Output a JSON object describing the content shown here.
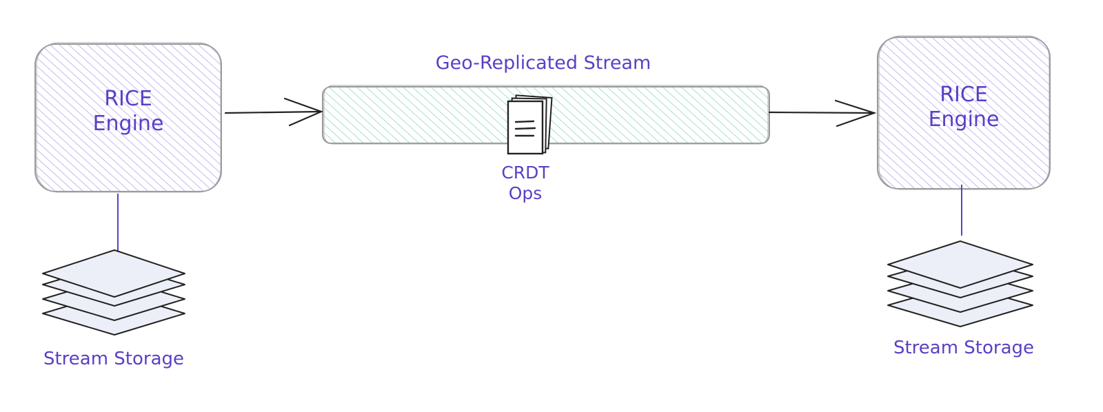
{
  "colors": {
    "text": "#5b3fc4",
    "engine_fill": "#a99bef",
    "stream_fill": "#7fd6ae",
    "stroke": "#9a9a9a",
    "connector": "#5b3fc4",
    "storage_fill": "#eceff7"
  },
  "left": {
    "engine_line1": "RICE",
    "engine_line2": "Engine",
    "storage_label": "Stream Storage"
  },
  "right": {
    "engine_line1": "RICE",
    "engine_line2": "Engine",
    "storage_label": "Stream Storage"
  },
  "stream": {
    "title": "Geo-Replicated Stream",
    "ops_line1": "CRDT",
    "ops_line2": "Ops",
    "ops_icon": "document-stack-icon"
  }
}
